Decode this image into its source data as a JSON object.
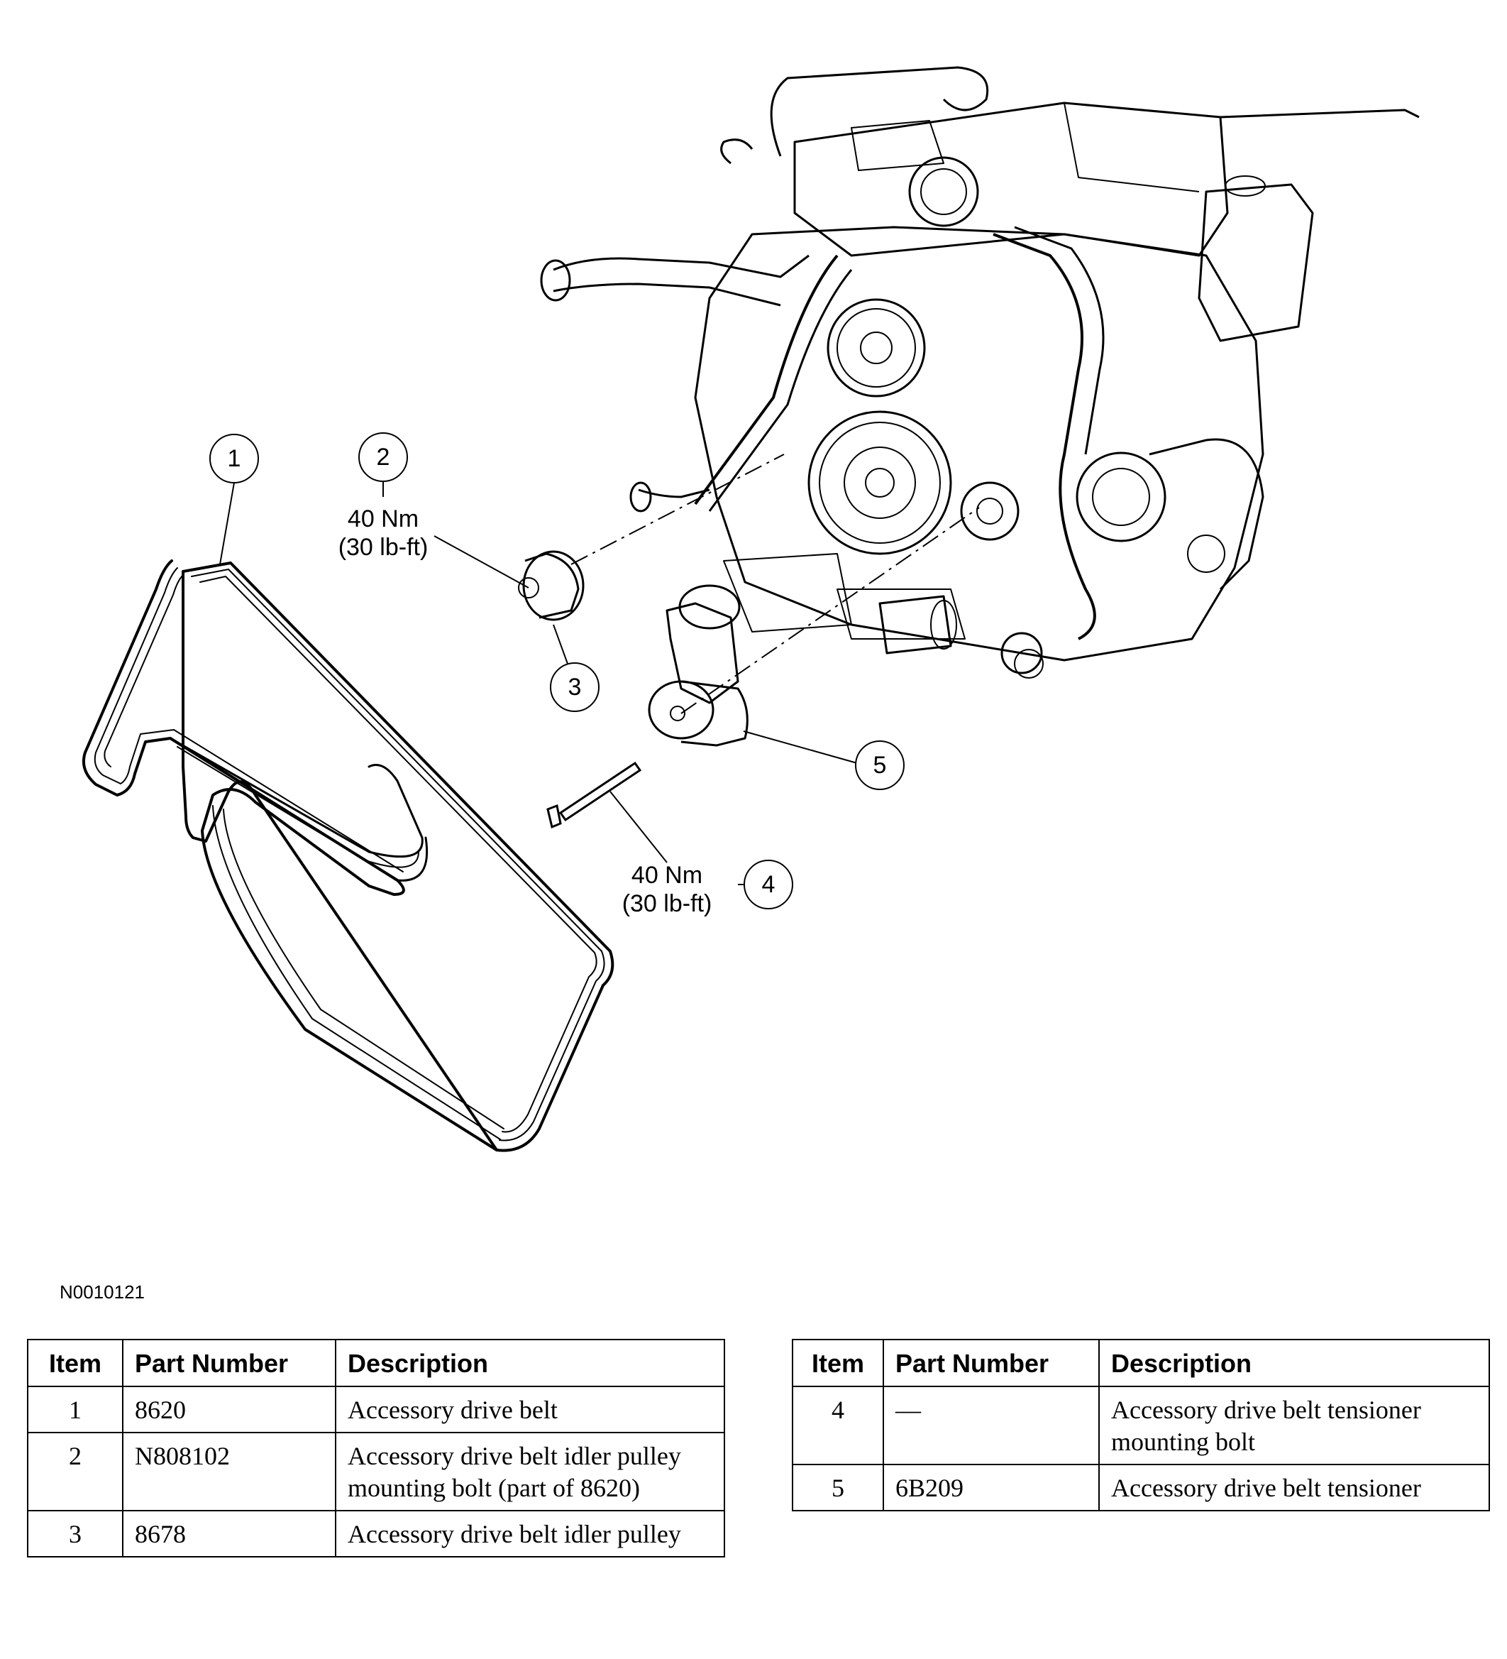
{
  "callouts": [
    {
      "number": "1"
    },
    {
      "number": "2",
      "torque_nm": "40 Nm",
      "torque_lbft": "(30 lb-ft)"
    },
    {
      "number": "3"
    },
    {
      "number": "4",
      "torque_nm": "40 Nm",
      "torque_lbft": "(30 lb-ft)"
    },
    {
      "number": "5"
    }
  ],
  "figure_id": "N0010121",
  "table_left": {
    "headers": [
      "Item",
      "Part Number",
      "Description"
    ],
    "rows": [
      {
        "item": "1",
        "part": "8620",
        "desc": "Accessory drive belt"
      },
      {
        "item": "2",
        "part": "N808102",
        "desc": "Accessory drive belt idler pulley mounting bolt (part of 8620)"
      },
      {
        "item": "3",
        "part": "8678",
        "desc": "Accessory drive belt idler pulley"
      }
    ]
  },
  "table_right": {
    "headers": [
      "Item",
      "Part Number",
      "Description"
    ],
    "rows": [
      {
        "item": "4",
        "part": "—",
        "desc": "Accessory drive belt tensioner mounting bolt"
      },
      {
        "item": "5",
        "part": "6B209",
        "desc": "Accessory drive belt tensioner"
      }
    ]
  }
}
